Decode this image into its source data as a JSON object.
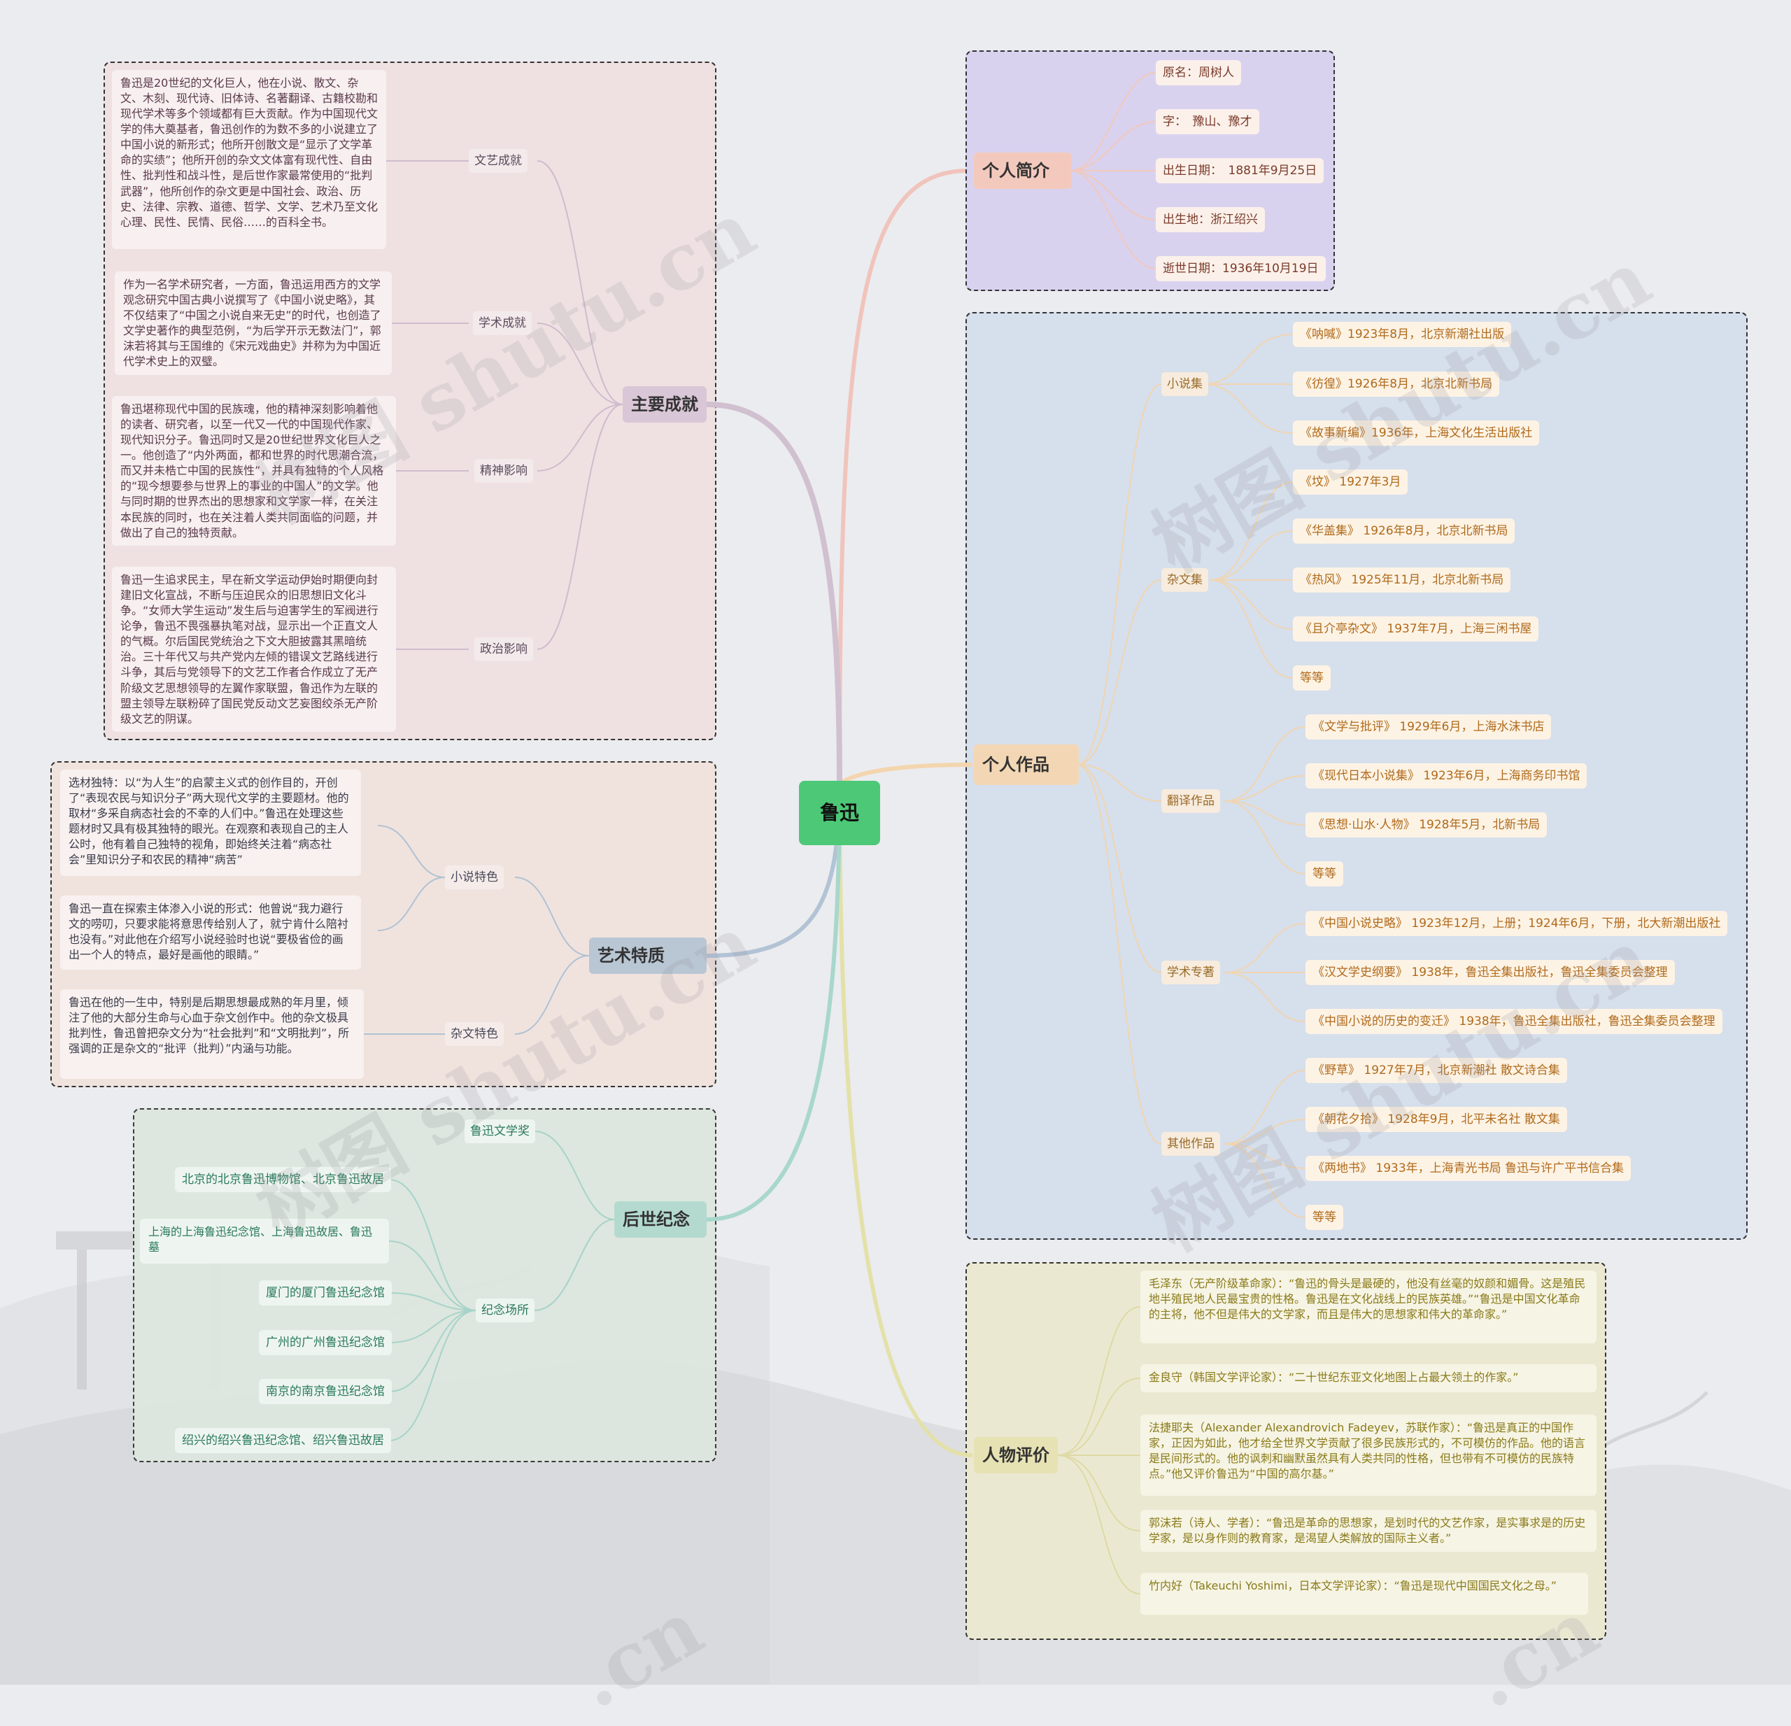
{
  "title": "鲁迅",
  "colors": {
    "root": "#4cc877",
    "profile": "#f4c9bd",
    "works": "#f3d7b5",
    "achieve": "#d9c6d6",
    "art": "#b9c6d4",
    "memorial": "#b4dacf",
    "review": "#e6e2b4"
  },
  "watermark": [
    "树图 shutu.cn",
    "树图 shutu.cn",
    "树图 shutu.cn",
    "树图 shutu.cn",
    ".cn",
    ".cn"
  ],
  "profile": {
    "label": "个人简介",
    "items": [
      "原名：周树人",
      "字：　豫山、豫才",
      "出生日期：　1881年9月25日",
      "出生地：浙江绍兴",
      "逝世日期：1936年10月19日"
    ]
  },
  "works": {
    "label": "个人作品",
    "novels": {
      "label": "小说集",
      "items": [
        "《呐喊》1923年8月，北京新潮社出版",
        "《彷徨》1926年8月，北京北新书局",
        "《故事新编》1936年，上海文化生活出版社"
      ]
    },
    "essays": {
      "label": "杂文集",
      "items": [
        "《坟》 1927年3月",
        "《华盖集》 1926年8月，北京北新书局",
        "《热风》 1925年11月，北京北新书局",
        "《且介亭杂文》 1937年7月，上海三闲书屋",
        "等等"
      ]
    },
    "translations": {
      "label": "翻译作品",
      "items": [
        "《文学与批评》 1929年6月，上海水沫书店",
        "《现代日本小说集》 1923年6月，上海商务印书馆",
        "《思想·山水·人物》 1928年5月，北新书局",
        "等等"
      ]
    },
    "academic": {
      "label": "学术专著",
      "items": [
        "《中国小说史略》 1923年12月，上册；1924年6月，下册，北大新潮出版社",
        "《汉文学史纲要》 1938年，鲁迅全集出版社，鲁迅全集委员会整理",
        "《中国小说的历史的变迁》 1938年，鲁迅全集出版社，鲁迅全集委员会整理"
      ]
    },
    "others": {
      "label": "其他作品",
      "items": [
        "《野草》 1927年7月，北京新潮社 散文诗合集",
        "《朝花夕拾》 1928年9月，北平未名社 散文集",
        "《两地书》 1933年，上海青光书局 鲁迅与许广平书信合集",
        "等等"
      ]
    }
  },
  "achieve": {
    "label": "主要成就",
    "literary": {
      "label": "文艺成就",
      "text": "鲁迅是20世纪的文化巨人，他在小说、散文、杂文、木刻、现代诗、旧体诗、名著翻译、古籍校勘和现代学术等多个领域都有巨大贡献。作为中国现代文学的伟大奠基者，鲁迅创作的为数不多的小说建立了中国小说的新形式；他所开创散文是“显示了文学革命的实绩”；他所开创的杂文文体富有现代性、自由性、批判性和战斗性，是后世作家最常使用的“批判武器”，他所创作的杂文更是中国社会、政治、历史、法律、宗教、道德、哲学、文学、艺术乃至文化心理、民性、民情、民俗……的百科全书。"
    },
    "academic": {
      "label": "学术成就",
      "text": "作为一名学术研究者，一方面，鲁迅运用西方的文学观念研究中国古典小说撰写了《中国小说史略》，其不仅结束了“中国之小说自来无史”的时代，也创造了文学史著作的典型范例，“为后学开示无数法门”，郭沫若将其与王国维的《宋元戏曲史》并称为为中国近代学术史上的双璧。"
    },
    "spirit": {
      "label": "精神影响",
      "text": "鲁迅堪称现代中国的民族魂，他的精神深刻影响着他的读者、研究者，以至一代又一代的中国现代作家、现代知识分子。鲁迅同时又是20世纪世界文化巨人之一。他创造了“内外两面，都和世界的时代思潮合流，而又并未梏亡中国的民族性”，并具有独特的个人风格的“现今想要参与世界上的事业的中国人”的文学。他与同时期的世界杰出的思想家和文学家一样，在关注本民族的同时，也在关注着人类共同面临的问题，并做出了自己的独特贡献。"
    },
    "politics": {
      "label": "政治影响",
      "text": "鲁迅一生追求民主，早在新文学运动伊始时期便向封建旧文化宣战，不断与压迫民众的旧思想旧文化斗争。“女师大学生运动”发生后与迫害学生的军阀进行论争，鲁迅不畏强暴执笔对战，显示出一个正直文人的气概。尔后国民党统治之下文大胆披露其黑暗统治。三十年代又与共产党内左倾的错误文艺路线进行斗争，其后与党领导下的文艺工作者合作成立了无产阶级文艺思想领导的左翼作家联盟，鲁迅作为左联的盟主领导左联粉碎了国民党反动文艺妄图绞杀无产阶级文艺的阴谋。"
    }
  },
  "art": {
    "label": "艺术特质",
    "novel": {
      "label": "小说特色",
      "texts": [
        "选材独特：以“为人生”的启蒙主义式的创作目的，开创了“表现农民与知识分子”两大现代文学的主要题材。他的取材“多采自病态社会的不幸的人们中。”鲁迅在处理这些题材时又具有极其独特的眼光。在观察和表现自己的主人公时，他有着自己独特的视角，即始终关注着“病态社会”里知识分子和农民的精神“病苦”",
        "鲁迅一直在探索主体渗入小说的形式：他曾说“我力避行文的唠叨，只要求能将意思传给别人了，就宁肯什么陪衬也没有。”对此他在介绍写小说经验时也说“要极省俭的画出一个人的特点，最好是画他的眼睛。”"
      ]
    },
    "essay": {
      "label": "杂文特色",
      "text": "鲁迅在他的一生中，特别是后期思想最成熟的年月里，倾注了他的大部分生命与心血于杂文创作中。他的杂文极具批判性，鲁迅曾把杂文分为“社会批判”和“文明批判”，所强调的正是杂文的“批评（批判）”内涵与功能。"
    }
  },
  "memorial": {
    "label": "后世纪念",
    "award": {
      "label": "鲁迅文学奖"
    },
    "places": {
      "label": "纪念场所",
      "items": [
        "北京的北京鲁迅博物馆、北京鲁迅故居",
        "上海的上海鲁迅纪念馆、上海鲁迅故居、鲁迅墓",
        "厦门的厦门鲁迅纪念馆",
        "广州的广州鲁迅纪念馆",
        "南京的南京鲁迅纪念馆",
        "绍兴的绍兴鲁迅纪念馆、绍兴鲁迅故居"
      ]
    }
  },
  "review": {
    "label": "人物评价",
    "items": [
      "毛泽东（无产阶级革命家）：“鲁迅的骨头是最硬的，他没有丝毫的奴颜和媚骨。这是殖民地半殖民地人民最宝贵的性格。鲁迅是在文化战线上的民族英雄。”“鲁迅是中国文化革命的主将，他不但是伟大的文学家，而且是伟大的思想家和伟大的革命家。”",
      "金良守（韩国文学评论家）：“二十世纪东亚文化地图上占最大领土的作家。”",
      "法捷耶夫（Alexander Alexandrovich Fadeyev，苏联作家）：“鲁迅是真正的中国作家，正因为如此，他才给全世界文学贡献了很多民族形式的，不可模仿的作品。他的语言是民间形式的。他的讽刺和幽默虽然具有人类共同的性格，但也带有不可模仿的民族特点。”他又评价鲁迅为“中国的高尔基。”",
      "郭沫若（诗人、学者）：“鲁迅是革命的思想家，是划时代的文艺作家，是实事求是的历史学家，是以身作则的教育家，是渴望人类解放的国际主义者。”",
      "竹内好（Takeuchi Yoshimi，日本文学评论家）：“鲁迅是现代中国国民文化之母。”"
    ]
  }
}
